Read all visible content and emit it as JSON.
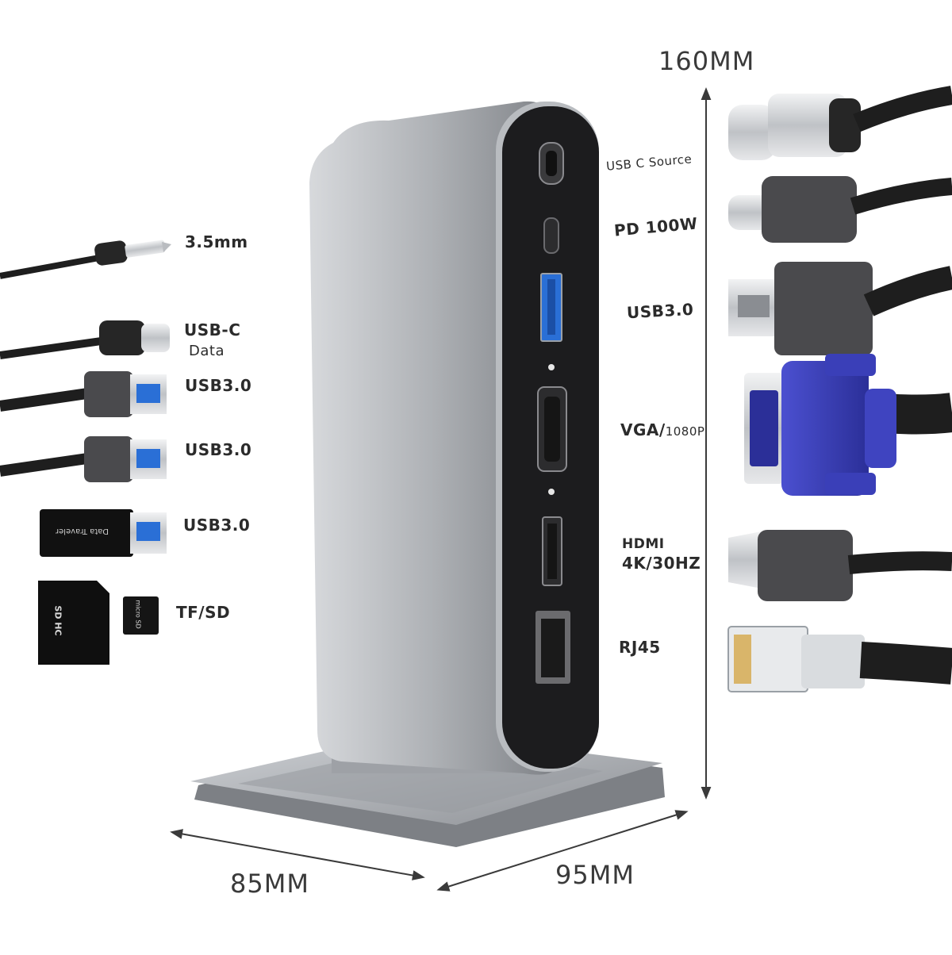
{
  "colors": {
    "background": "#ffffff",
    "hub_body": "#a9acb1",
    "hub_panel": "#1c1c1e",
    "usb3_blue": "#2a6fd6",
    "vga_blue": "#3a3fb8",
    "cable": "#1e1e1e",
    "plug_gray": "#4a4a4d",
    "metal": "#c9ccd0"
  },
  "dimensions": {
    "height": "160MM",
    "width": "85MM",
    "depth": "95MM"
  },
  "left_ports": {
    "audio": "3.5mm",
    "usbc_line1": "USB-C",
    "usbc_line2": "Data",
    "usb3_1": "USB3.0",
    "usb3_2": "USB3.0",
    "usb3_3": "USB3.0",
    "card": "TF/SD"
  },
  "right_ports": {
    "usbc_source": "USB C Source",
    "pd": "PD 100W",
    "usb3": "USB3.0",
    "vga": "VGA/",
    "vga_res": "1080P",
    "hdmi_line1": "HDMI",
    "hdmi_line2": "4K/30HZ",
    "rj45": "RJ45"
  },
  "card_reader_text": {
    "usb_drive_label": "Data Traveler",
    "sd_card_label": "SD HC",
    "micro_sd_label": "micro SD"
  }
}
